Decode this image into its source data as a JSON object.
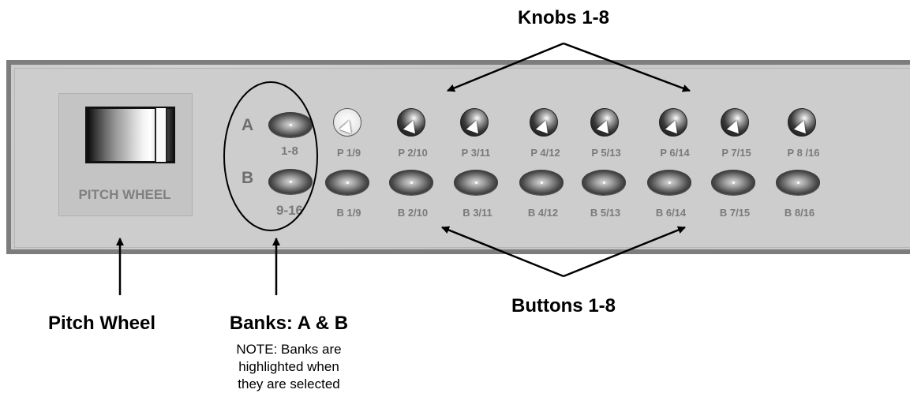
{
  "callouts": {
    "knobs": "Knobs 1-8",
    "buttons": "Buttons 1-8",
    "pitch_wheel": "Pitch Wheel",
    "banks": "Banks: A & B",
    "note": "NOTE: Banks are highlighted when they are selected"
  },
  "panel": {
    "pitch_wheel_label": "PITCH WHEEL",
    "bank_a_letter": "A",
    "bank_b_letter": "B",
    "bank_a_range": "1-8",
    "bank_b_range": "9-16"
  },
  "knobs": [
    "P 1/9",
    "P 2/10",
    "P 3/11",
    "P 4/12",
    "P 5/13",
    "P 6/14",
    "P 7/15",
    "P 8 /16"
  ],
  "buttons": [
    "B 1/9",
    "B 2/10",
    "B 3/11",
    "B 4/12",
    "B 5/13",
    "B 6/14",
    "B 7/15",
    "B 8/16"
  ]
}
